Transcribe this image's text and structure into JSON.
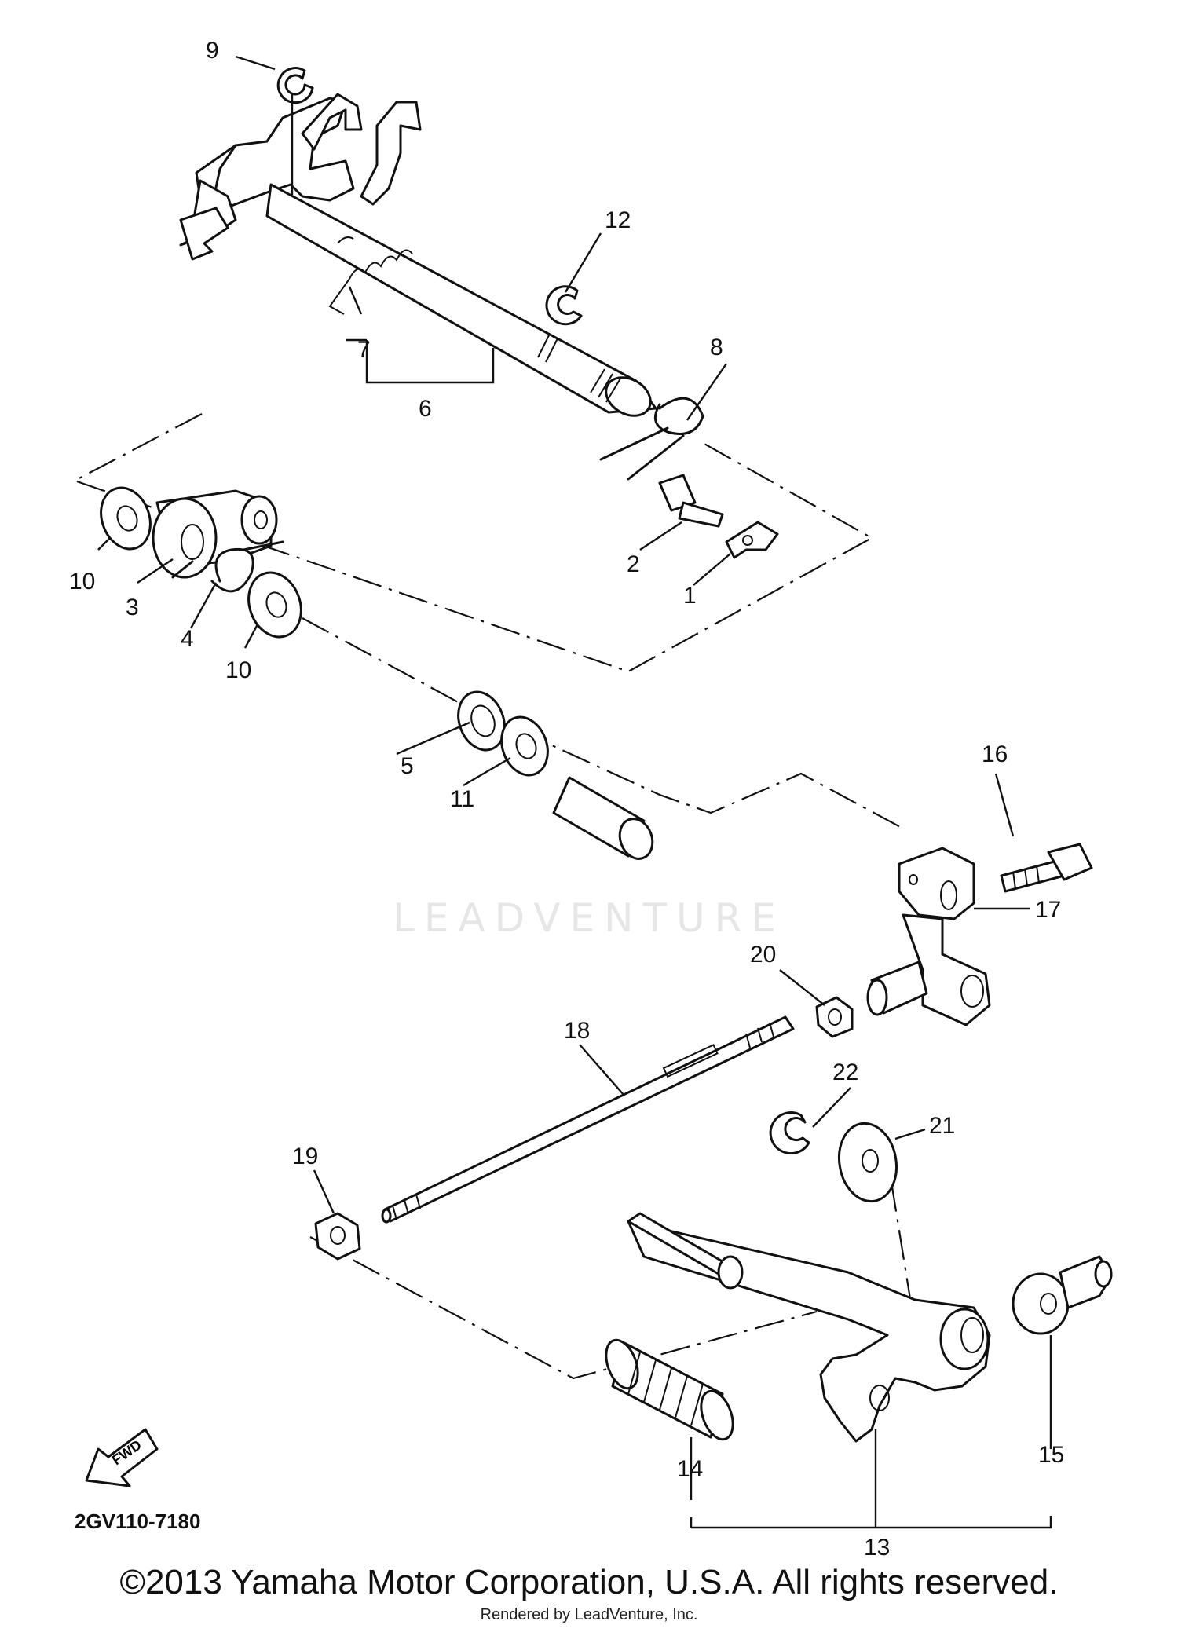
{
  "diagram": {
    "callouts": {
      "n1": "1",
      "n2": "2",
      "n3": "3",
      "n4": "4",
      "n5": "5",
      "n6": "6",
      "n7": "7",
      "n8": "8",
      "n9": "9",
      "n10a": "10",
      "n10b": "10",
      "n11": "11",
      "n12": "12",
      "n13": "13",
      "n14": "14",
      "n15": "15",
      "n16": "16",
      "n17": "17",
      "n18": "18",
      "n19": "19",
      "n20": "20",
      "n21": "21",
      "n22": "22"
    },
    "fwd_label": "FWD",
    "diagram_code": "2GV110-7180",
    "watermark": "LEADVENTURE"
  },
  "footer": {
    "copyright": "©2013 Yamaha Motor Corporation, U.S.A. All rights reserved.",
    "rendered_by": "Rendered by LeadVenture, Inc."
  }
}
